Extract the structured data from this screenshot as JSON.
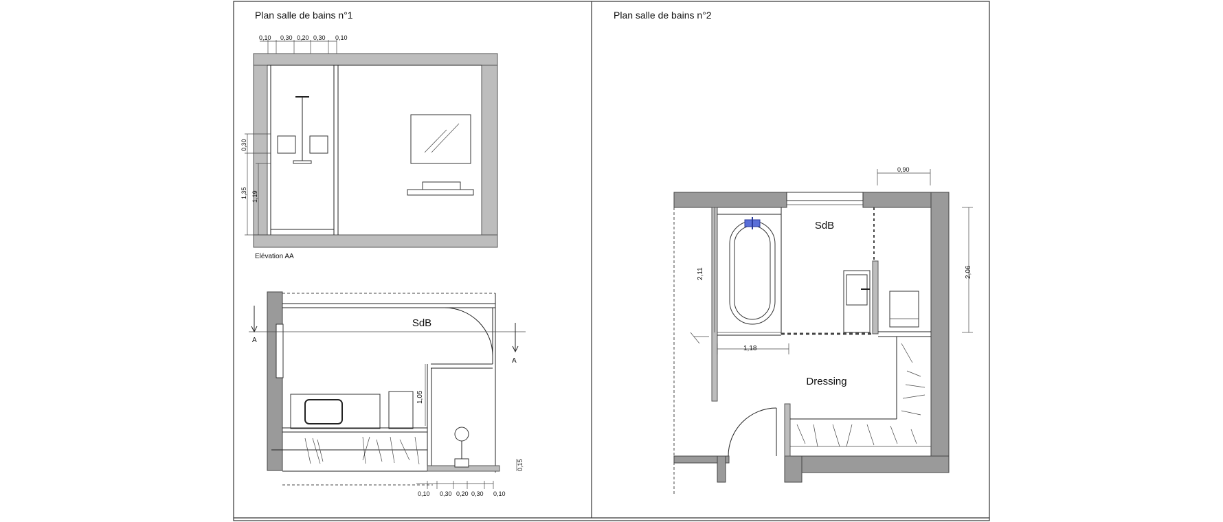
{
  "panels": {
    "left": {
      "title": "Plan salle de bains n°1",
      "elevation_label": "Elévation AA",
      "elevation_top_dims": [
        "0,10",
        "0,30",
        "0,20",
        "0,30",
        "0,10"
      ],
      "elevation_side_dims": [
        "0,30",
        "1,35",
        "1,19"
      ],
      "plan_room_label": "SdB",
      "section_marker": "A",
      "plan_dim_vertical": "1,05",
      "plan_dim_right": "0,15",
      "plan_bottom_dims": [
        "0,10",
        "0,30",
        "0,20",
        "0,30",
        "0,10"
      ]
    },
    "right": {
      "title": "Plan salle de bains n°2",
      "room_sdb": "SdB",
      "room_dressing": "Dressing",
      "dim_top": "0,90",
      "dim_left": "2,11",
      "dim_right": "2,06",
      "dim_bath": "1,18"
    }
  }
}
